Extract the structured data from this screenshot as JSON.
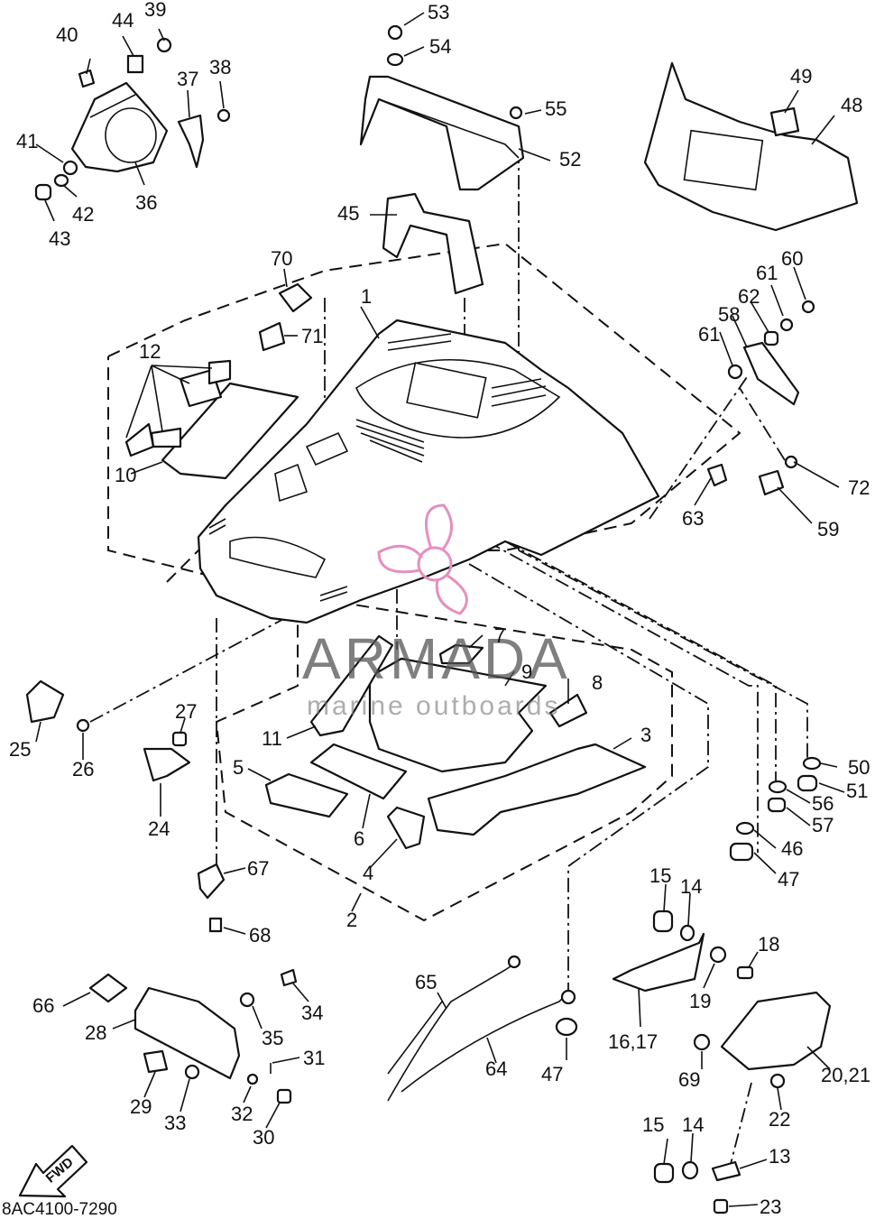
{
  "diagram": {
    "drawing_code": "8AC4100-7290",
    "fwd_label": "FWD",
    "watermark": {
      "title": "ARMADA",
      "subtitle": "marine outboards",
      "logo_color": "#e58fc0"
    },
    "labels": [
      {
        "id": "p1",
        "text": "1"
      },
      {
        "id": "p2",
        "text": "2"
      },
      {
        "id": "p3",
        "text": "3"
      },
      {
        "id": "p4",
        "text": "4"
      },
      {
        "id": "p5",
        "text": "5"
      },
      {
        "id": "p6",
        "text": "6"
      },
      {
        "id": "p7",
        "text": "7"
      },
      {
        "id": "p8",
        "text": "8"
      },
      {
        "id": "p9",
        "text": "9"
      },
      {
        "id": "p10",
        "text": "10"
      },
      {
        "id": "p11",
        "text": "11"
      },
      {
        "id": "p12",
        "text": "12"
      },
      {
        "id": "p13",
        "text": "13"
      },
      {
        "id": "p14a",
        "text": "14"
      },
      {
        "id": "p14b",
        "text": "14"
      },
      {
        "id": "p15a",
        "text": "15"
      },
      {
        "id": "p15b",
        "text": "15"
      },
      {
        "id": "p16",
        "text": "16,17"
      },
      {
        "id": "p18",
        "text": "18"
      },
      {
        "id": "p19",
        "text": "19"
      },
      {
        "id": "p20",
        "text": "20,21"
      },
      {
        "id": "p22",
        "text": "22"
      },
      {
        "id": "p23",
        "text": "23"
      },
      {
        "id": "p24",
        "text": "24"
      },
      {
        "id": "p25",
        "text": "25"
      },
      {
        "id": "p26",
        "text": "26"
      },
      {
        "id": "p27",
        "text": "27"
      },
      {
        "id": "p28",
        "text": "28"
      },
      {
        "id": "p29",
        "text": "29"
      },
      {
        "id": "p30",
        "text": "30"
      },
      {
        "id": "p31",
        "text": "31"
      },
      {
        "id": "p32",
        "text": "32"
      },
      {
        "id": "p33",
        "text": "33"
      },
      {
        "id": "p34",
        "text": "34"
      },
      {
        "id": "p35",
        "text": "35"
      },
      {
        "id": "p36",
        "text": "36"
      },
      {
        "id": "p37",
        "text": "37"
      },
      {
        "id": "p38",
        "text": "38"
      },
      {
        "id": "p39",
        "text": "39"
      },
      {
        "id": "p40",
        "text": "40"
      },
      {
        "id": "p41",
        "text": "41"
      },
      {
        "id": "p42",
        "text": "42"
      },
      {
        "id": "p43",
        "text": "43"
      },
      {
        "id": "p44",
        "text": "44"
      },
      {
        "id": "p45",
        "text": "45"
      },
      {
        "id": "p46",
        "text": "46"
      },
      {
        "id": "p47a",
        "text": "47"
      },
      {
        "id": "p47b",
        "text": "47"
      },
      {
        "id": "p48",
        "text": "48"
      },
      {
        "id": "p49",
        "text": "49"
      },
      {
        "id": "p50",
        "text": "50"
      },
      {
        "id": "p51",
        "text": "51"
      },
      {
        "id": "p52",
        "text": "52"
      },
      {
        "id": "p53",
        "text": "53"
      },
      {
        "id": "p54",
        "text": "54"
      },
      {
        "id": "p55",
        "text": "55"
      },
      {
        "id": "p56",
        "text": "56"
      },
      {
        "id": "p57",
        "text": "57"
      },
      {
        "id": "p58",
        "text": "58"
      },
      {
        "id": "p59",
        "text": "59"
      },
      {
        "id": "p60",
        "text": "60"
      },
      {
        "id": "p61a",
        "text": "61"
      },
      {
        "id": "p61b",
        "text": "61"
      },
      {
        "id": "p62",
        "text": "62"
      },
      {
        "id": "p63",
        "text": "63"
      },
      {
        "id": "p64",
        "text": "64"
      },
      {
        "id": "p65",
        "text": "65"
      },
      {
        "id": "p66",
        "text": "66"
      },
      {
        "id": "p67",
        "text": "67"
      },
      {
        "id": "p68",
        "text": "68"
      },
      {
        "id": "p69",
        "text": "69"
      },
      {
        "id": "p70",
        "text": "70"
      },
      {
        "id": "p71",
        "text": "71"
      },
      {
        "id": "p72",
        "text": "72"
      }
    ]
  }
}
